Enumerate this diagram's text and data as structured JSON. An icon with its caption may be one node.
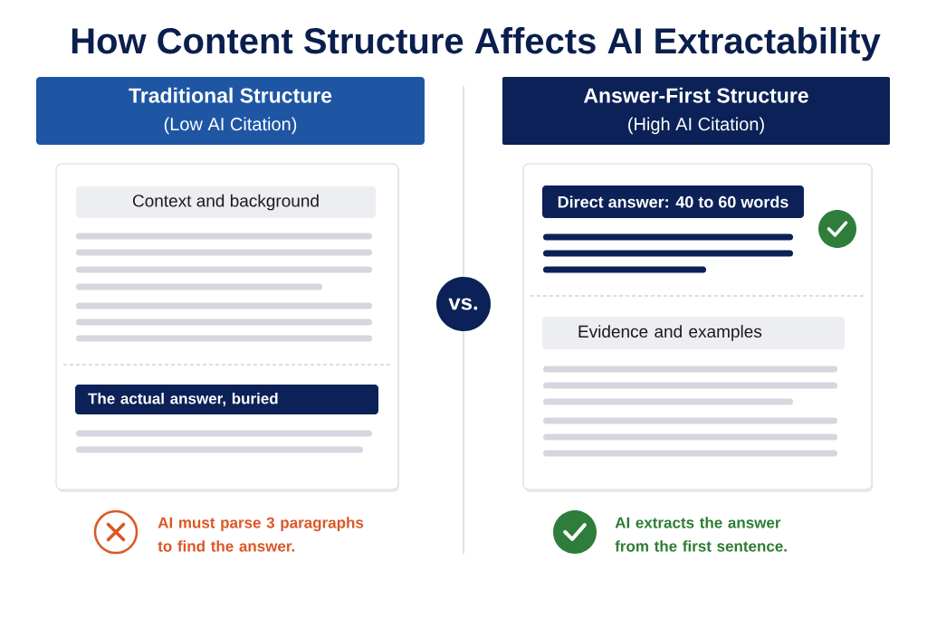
{
  "diagram": {
    "title": "How Content Structure Affects AI Extractability",
    "nodes": [
      {
        "text": [
          "Traditional Structure",
          "(Low AI Citation)"
        ]
      },
      {
        "text": [
          "Answer-First Structure",
          "(High AI Citation)"
        ]
      },
      {
        "text": [],
        "shape": "box"
      },
      {
        "text": [
          "Context and background"
        ],
        "in": 2
      },
      {
        "text": [
          "The actual answer, buried"
        ],
        "in": 2
      },
      {
        "text": [
          "vs."
        ]
      },
      {
        "text": [],
        "shape": "box"
      },
      {
        "text": [
          "Direct answer: 40 to 60 words"
        ],
        "in": 6
      },
      {
        "text": [
          "Evidence and examples"
        ],
        "in": 6
      }
    ],
    "labels": [
      "AI must parse 3 paragraphs to find the answer.",
      "AI extracts the answer from the first sentence."
    ]
  }
}
